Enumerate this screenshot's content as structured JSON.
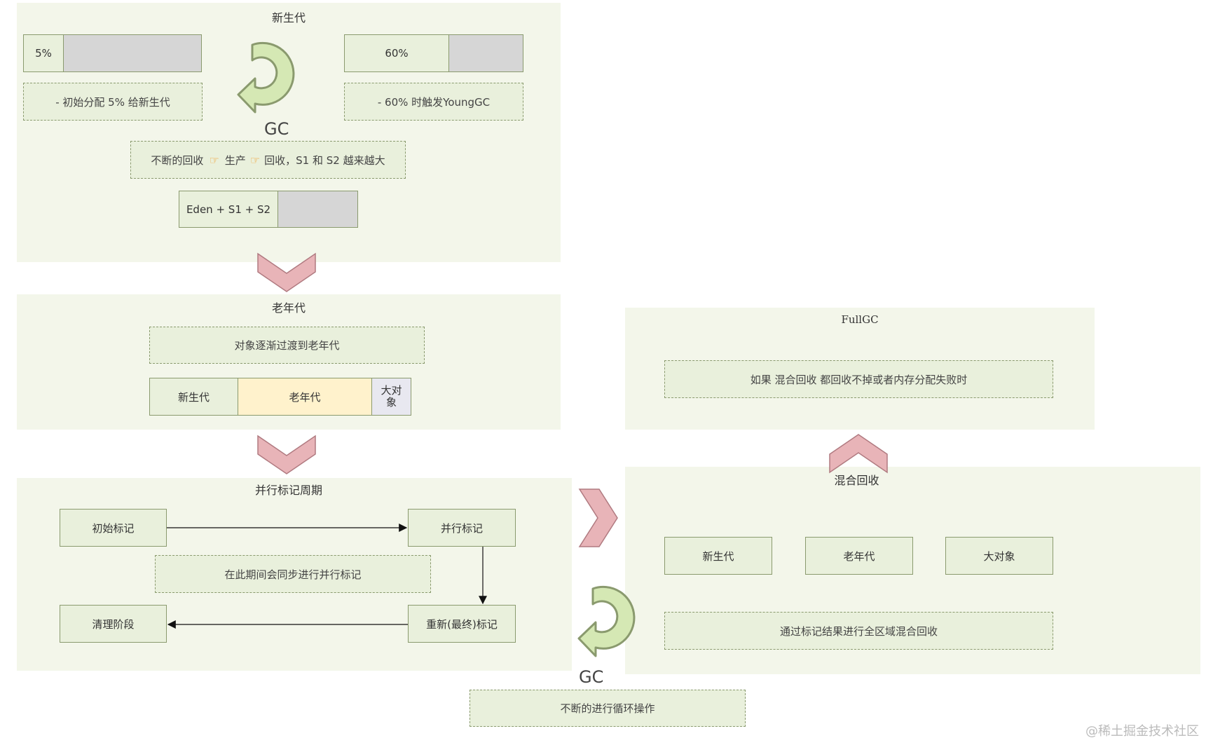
{
  "young": {
    "title": "新生代",
    "bar_left_label": "5%",
    "bar_right_label": "60%",
    "note_left": "- 初始分配 5% 给新生代",
    "note_right": "- 60% 时触发YoungGC",
    "gc_label": "GC",
    "note_recycle": {
      "part1": "不断的回收",
      "part2": "生产",
      "part3": "回收，S1 和 S2 越来越大"
    },
    "eden_label": "Eden + S1 + S2"
  },
  "old": {
    "title": "老年代",
    "note": "对象逐渐过渡到老年代",
    "seg_young": "新生代",
    "seg_old": "老年代",
    "seg_large": "大对象"
  },
  "concurrent": {
    "title": "并行标记周期",
    "initial_mark": "初始标记",
    "concurrent_mark": "并行标记",
    "note": "在此期间会同步进行并行标记",
    "remark": "重新(最终)标记",
    "cleanup": "清理阶段"
  },
  "loop": {
    "gc_label": "GC",
    "note": "不断的进行循环操作"
  },
  "mixed": {
    "title": "混合回收",
    "young": "新生代",
    "old": "老年代",
    "large": "大对象",
    "note": "通过标记结果进行全区域混合回收"
  },
  "fullgc": {
    "title": "FullGC",
    "note": "如果 混合回收 都回收不掉或者内存分配失败时"
  },
  "watermark": "@稀土掘金技术社区",
  "colors": {
    "panel_bg": "#f3f6ea",
    "box_fill": "#e9f0dc",
    "box_border": "#8a9a6e",
    "arrow_pink": "#e8b4b8",
    "old_highlight": "#fff2cc",
    "large_obj": "#e8e8f0",
    "gc_circle": "#d5e8b4"
  },
  "icons": [
    "pointing-hand-icon",
    "circular-arrow-icon",
    "chevron-arrow-icon"
  ]
}
